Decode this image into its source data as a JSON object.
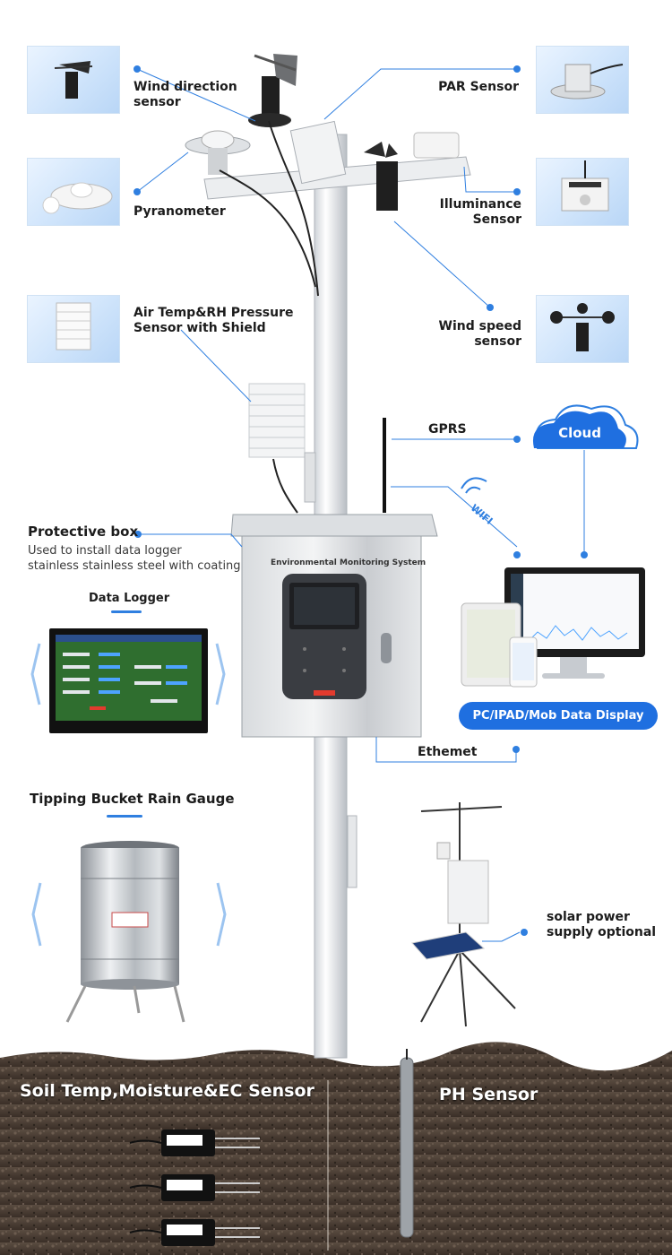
{
  "sensors": {
    "wind_direction": "Wind direction\nsensor",
    "pyranometer": "Pyranometer",
    "air_temp": "Air Temp&RH Pressure\nSensor with Shield",
    "par": "PAR Sensor",
    "illuminance": "Illuminance\nSensor",
    "wind_speed": "Wind speed\nsensor"
  },
  "connectivity": {
    "gprs": "GPRS",
    "cloud": "Cloud",
    "wifi": "WIFI",
    "ethernet": "Ethemet",
    "display": "PC/IPAD/Mob Data Display"
  },
  "protective_box": {
    "title": "Protective box",
    "desc1": "Used to install data logger",
    "desc2": "stainless stainless steel with coating",
    "panel_label": "Environmental Monitoring System"
  },
  "data_logger": {
    "title": "Data Logger"
  },
  "rain_gauge": {
    "title": "Tipping Bucket Rain Gauge"
  },
  "solar": {
    "label": "solar power\nsupply optional"
  },
  "soil": {
    "soil_sensor": "Soil Temp,Moisture&EC Sensor",
    "ph_sensor": "PH Sensor"
  },
  "colors": {
    "accent": "#2f7fe0",
    "pill": "#1f6fe0",
    "soil": "#4a3d33"
  }
}
